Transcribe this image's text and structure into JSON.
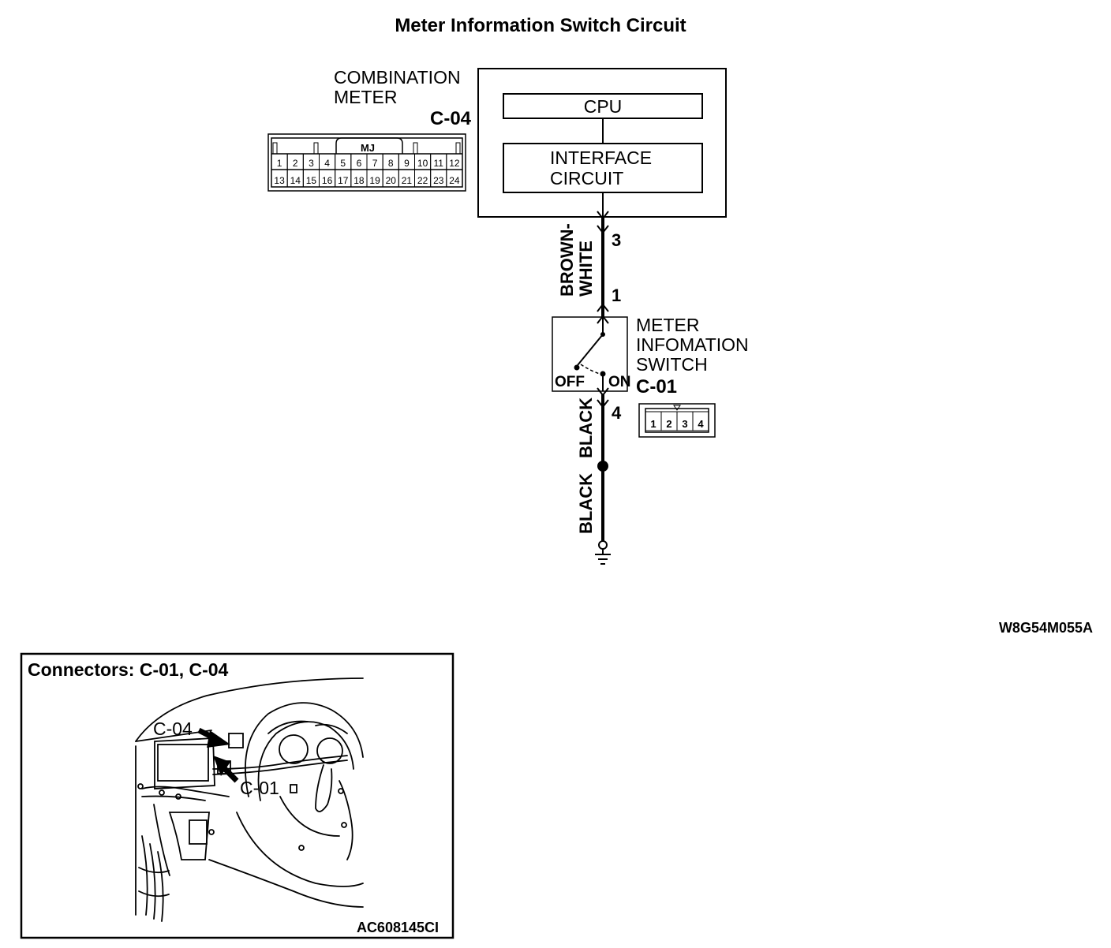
{
  "title": "Meter Information Switch Circuit",
  "combination_meter": {
    "name_line1": "COMBINATION",
    "name_line2": "METER",
    "connector": "C-04",
    "cpu_label": "CPU",
    "interface_line1": "INTERFACE",
    "interface_line2": "CIRCUIT",
    "connector_tag": "MJ",
    "pins_top": [
      "1",
      "2",
      "3",
      "4",
      "5",
      "6",
      "7",
      "8",
      "9",
      "10",
      "11",
      "12"
    ],
    "pins_bottom": [
      "13",
      "14",
      "15",
      "16",
      "17",
      "18",
      "19",
      "20",
      "21",
      "22",
      "23",
      "24"
    ]
  },
  "wires": {
    "pin_3": "3",
    "pin_1": "1",
    "pin_4": "4",
    "color_line1": "BROWN-",
    "color_line2": "WHITE",
    "black_upper": "BLACK",
    "black_lower": "BLACK"
  },
  "switch": {
    "name_line1": "METER",
    "name_line2": "INFOMATION",
    "name_line3": "SWITCH",
    "connector": "C-01",
    "off_label": "OFF",
    "on_label": "ON",
    "pins": [
      "1",
      "2",
      "3",
      "4"
    ]
  },
  "figure_code": "W8G54M055A",
  "inset": {
    "title": "Connectors: C-01, C-04",
    "label_c04": "C-04",
    "label_c01": "C-01",
    "code": "AC608145CI"
  }
}
